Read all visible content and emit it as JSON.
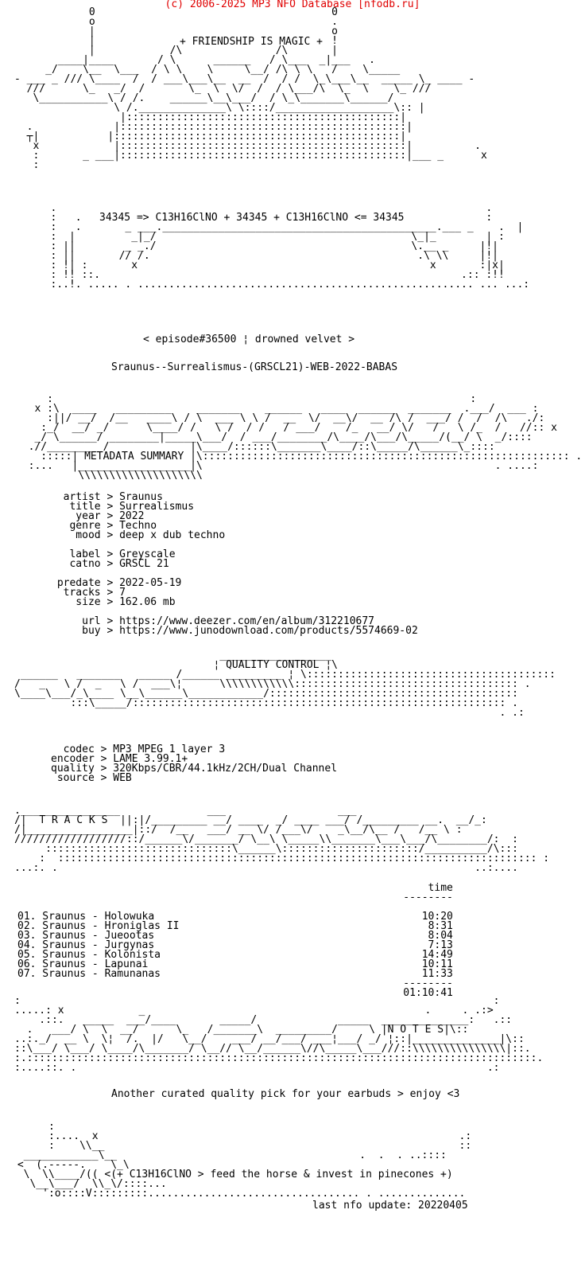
{
  "header": "(c) 2006-2025 MP3 NFO Database [nfodb.ru]",
  "logo_tagline": "+ FRIENDSHIP IS MAGIC +",
  "formula": "34345 => C13H16ClNO + 34345 + C13H16ClNO <= 34345",
  "episode": "< episode#36500 ¦ drowned velvet >",
  "release_name": "Sraunus--Surrealismus-(GRSCL21)-WEB-2022-BABAS",
  "sections": {
    "metadata": "METADATA SUMMARY",
    "quality": "QUALITY CONTROL",
    "tracks": "T R A C K S",
    "notes": "N O T E S"
  },
  "metadata": [
    {
      "key": "artist",
      "value": "Sraunus"
    },
    {
      "key": "title",
      "value": "Surrealismus"
    },
    {
      "key": "year",
      "value": "2022"
    },
    {
      "key": "genre",
      "value": "Techno"
    },
    {
      "key": "mood",
      "value": "deep x dub techno"
    },
    {
      "key": "",
      "value": ""
    },
    {
      "key": "label",
      "value": "Greyscale"
    },
    {
      "key": "catno",
      "value": "GRSCL 21"
    },
    {
      "key": "",
      "value": ""
    },
    {
      "key": "predate",
      "value": "2022-05-19"
    },
    {
      "key": "tracks",
      "value": "7"
    },
    {
      "key": "size",
      "value": "162.06 mb"
    },
    {
      "key": "",
      "value": ""
    },
    {
      "key": "url",
      "value": "https://www.deezer.com/en/album/312210677"
    },
    {
      "key": "buy",
      "value": "https://www.junodownload.com/products/5574669-02"
    }
  ],
  "quality": [
    {
      "key": "codec",
      "value": "MP3 MPEG 1 layer 3"
    },
    {
      "key": "encoder",
      "value": "LAME 3.99.1+"
    },
    {
      "key": "quality",
      "value": "320Kbps/CBR/44.1kHz/2CH/Dual Channel"
    },
    {
      "key": "source",
      "value": "WEB"
    }
  ],
  "tracklist": {
    "time_header": "time",
    "tracks": [
      {
        "num": "01.",
        "artist": "Sraunus",
        "title": "Holowuka",
        "time": "10:20"
      },
      {
        "num": "02.",
        "artist": "Sraunus",
        "title": "Hroniglas II",
        "time": "8:31"
      },
      {
        "num": "03.",
        "artist": "Sraunus",
        "title": "Jueootas",
        "time": "8:04"
      },
      {
        "num": "04.",
        "artist": "Sraunus",
        "title": "Jurgynas",
        "time": "7:13"
      },
      {
        "num": "05.",
        "artist": "Sraunus",
        "title": "Kolonista",
        "time": "14:49"
      },
      {
        "num": "06.",
        "artist": "Sraunus",
        "title": "Lapunai",
        "time": "10:11"
      },
      {
        "num": "07.",
        "artist": "Sraunus",
        "title": "Ramunanas",
        "time": "11:33"
      }
    ],
    "total": "01:10:41"
  },
  "notes": "Another curated quality pick for your earbuds > enjoy <3",
  "footer_slogan": "<(+ C13H16ClNO > feed the horse & invest in pinecones +)",
  "last_update": "last nfo update: 20220405",
  "art": {
    "logo": "            0                                      0\n            o                                      .\n            |                                      o\n            |                                      !\n            |            /\\               /\\       |\n       ____|____       / \\      ______   / \\___  _|___   .\n     _/    \\__  \\___  / \\ \\    \\     \\__/ /\\ \\ \\   /    \\_____\n- ___ _ /// \\____  /  / ___\\___\\__  __  /  / /  \\_\\___\\__  _____ \\_ ____ -\n  ///      \\_   _/  /       \\_  \\  \\/  /  / \\___/\\  \\_  \\    \\_ ///\n   \\___________\\ / /.    ______\\__\\___/  / \\_\\_______\\______/\n                \\ /.______________\\ \\::::/___________________\\:: |\n                 |::::::::::::::::::::::::::::::::::::::::::::|\n  .             |::::::::::::::::::::::::::::::::::::::::::::::|\n  ┬|           |::::::::::::::::::::::::::::::::::::::::::::::|\n   x            |::::::::::::::::::::::::::::::::::::::::::::::|          .\n   :       _ ___|::::::::::::::::::::::::::::::::::::::::::::::|___ _      x\n   :",
    "arch": "   .                                                                     .\n   :   .                                                                 :\n   :   .       _ ___.____________________________________________.___ _    .  |\n   :  |         _|_/                                         \\_|_        | :\n   : ||        _ _./                                         \\.__ _     |!|\n   : ||       // /.                                           .\\ \\\\     |!|\n   : !| :       x                                               x       :|x|\n   : !! ::.                                                          .:: :!!\n   :..!. ..... . ...................................................... ... ...:",
    "meta_logo": "     :                                                                   :\n   x :\\  ____   _________    _______    ______   ____  ______  _______  .___/  ___ :\n     :||/ __/  /__   ____\\ / \\  ___ \\ \\ /  __  \\/  __\\/  __ /\\ /  ___/ /  /  /\\   ./:\n    :_/  __/ _/      \\____/ /   \\ /  / /   / ___/    /_   __/ \\/   /   \\ /_  /   //:: x\n   _/ \\______/ ________|_____\\___/  / ___/________/\\____/\\___/\\_____/(__/ \\  _/:::: \n  .//_________/             |\\____/::::::\\_______\\____/::\\_____/\\______\\_:::: \n    :::::| ",
    "meta_logo_end": " |\\::::::::::::::::::::::::::::::::::::::::::::::::::::::::::: .\n  :...   |__________________|\\                                               . ....:\n          \\\\\\\\\\\\\\\\\\\\\\\\\\\\\\\\\\\\\\\\",
    "qc_logo_pre": "                                 __________________\n                                ¦ ",
    "qc_logo_post": " ¦\\\n ______   _______   _____ /______ _________ ¦ \\::::::::::::::::::::::::::::::::::::::::\n/   _   \\ /  _   \\ /  ___\\¦      \\\\\\\\\\\\\\\\\\\\\\\\:::::::::::::::::::::::::::::::::::: .\n\\____\\___/_\\____ \\__\\______\\____________/::::::::::::::::::::::::::::::::::::::::\n         :::\\_____/:::::::::::::::::::::::::::::::::::::::::::::::::::::::::::: .\n                                                                              . .:",
    "tracks_logo_pre": ".________________              ___                  ___                      \n/|  ",
    "tracks_logo_post": "  ||:|/_________ __/ ____  _/ ____ ___/ /_________ __.  __/_:\n/|_________________|::/  /__   ___/ __ \\/ /___\\/    _\\__/\\__ /   /__ \\ :\n//////////////////::/______\\/_______/ \\__\\ \\_____\\\\_______\\___\\___/\\________/:  :\n     ::::::::::::::::::::::::::::::\\______\\::::::::::::::::::::::/__________/\\:::\n    :  ::::::::::::::::::::::::::::::::::::::::::::::::::::::::::::::::::::::::::::: :\n...:. .                                                                   ..:....",
    "notes_logo_pre": ":                                                                            :\n.....: x            _                                             .     . .:>\n    .::.   _____  ___/____       _____/             _____  ______________:   .::\n  .   ___/ \\  \\  __/      \\_   /_______\\  _________/     \\ |",
    "notes_logo_post": "|\\::\n..:._/  __ \\  \\¦  /.  |/   \\__/    ___/ __/___/ ___¦___/ _/ ¦::|______________|\\::\n::\\___/ \\___/ \\____/\\_______/ \\__// \\__/______\\//\\_____\\___///::\\\\\\\\\\\\\\\\\\\\\\\\\\\\\\|::.\n:.::::::::::::::::::::::::::::::::::::::::::::::::::::::::::::::::::::::::::::::::::.\n:....::. .                                                                  .:",
    "footer_pre": "      :\n      :....  x                                                          .:\n      :    \\\\__                                                         ::\n  ____________\\__                                       .  .  . ..::::\n <  (.-----.    \\_\\ \n  \\  \\\\____/((",
    "footer_mid": " ",
    "footer_post": "\n   \\__\\___/  \\\\_\\/::::...\n     ':o::::V:::::::::.................................. . ..............\n"
  }
}
